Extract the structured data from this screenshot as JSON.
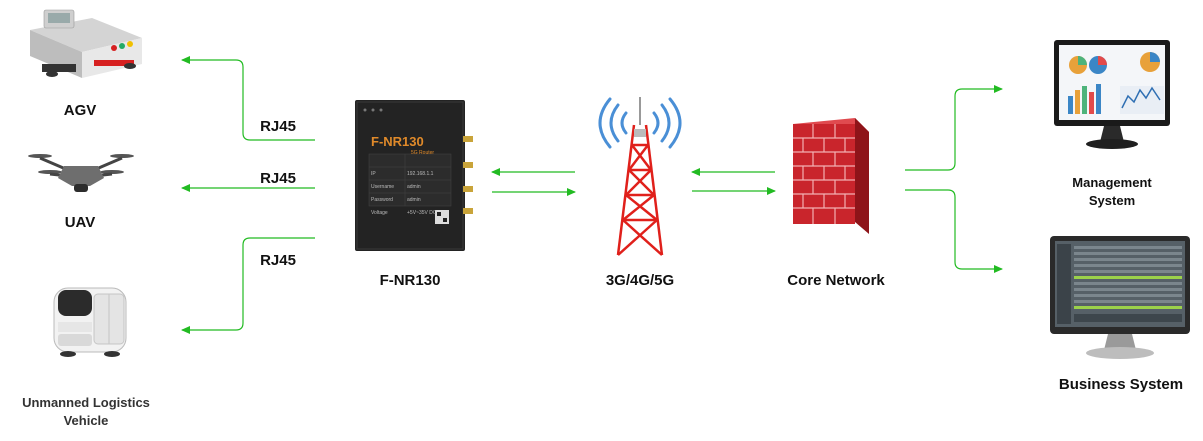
{
  "devices": {
    "agv": "AGV",
    "uav": "UAV",
    "logistics_line1": "Unmanned Logistics",
    "logistics_line2": "Vehicle"
  },
  "links": {
    "rj45_1": "RJ45",
    "rj45_2": "RJ45",
    "rj45_3": "RJ45"
  },
  "router": {
    "label": "F-NR130",
    "panel_title": "F-NR130",
    "panel_subtitle": "5G Router",
    "rows": [
      {
        "k": "IP",
        "v": "192.168.1.1"
      },
      {
        "k": "Username",
        "v": "admin"
      },
      {
        "k": "Password",
        "v": "admin"
      },
      {
        "k": "Voltage",
        "v": "+5V~35V DC"
      }
    ]
  },
  "tower": {
    "label": "3G/4G/5G"
  },
  "core": {
    "label": "Core Network"
  },
  "systems": {
    "management_line1": "Management",
    "management_line2": "System",
    "business": "Business System"
  },
  "colors": {
    "arrow": "#22bb22",
    "firewall": "#c9252c",
    "tower": "#e0201b"
  }
}
